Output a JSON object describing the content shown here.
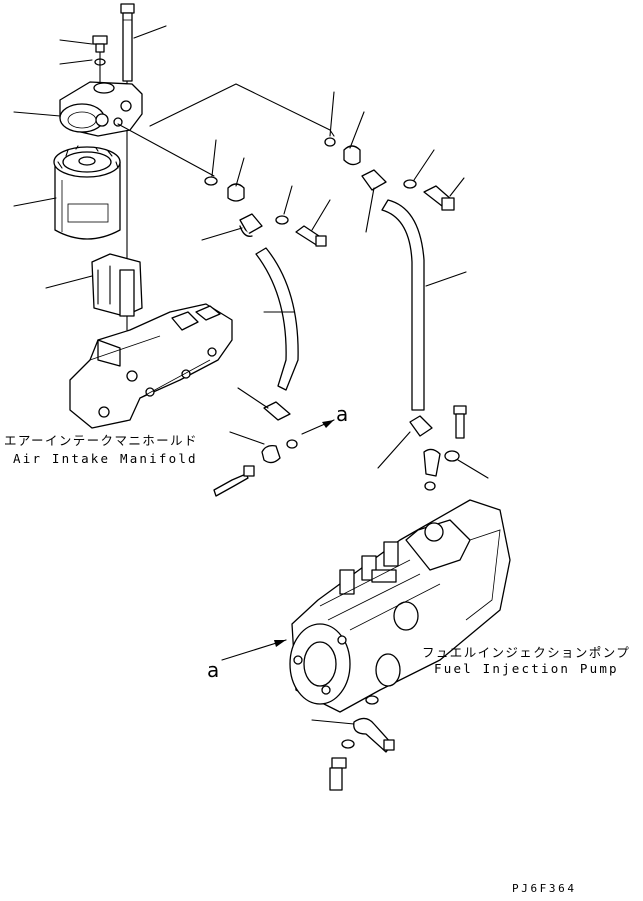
{
  "labels": {
    "manifold_ja": "エアーインテークマニホールド",
    "manifold_en": "Air Intake Manifold",
    "pump_ja": "フュエルインジェクションポンプ",
    "pump_en": "Fuel Injection Pump",
    "marker_a": "a",
    "drawing_no": "PJ6F364"
  },
  "colors": {
    "ink": "#000000",
    "paper": "#ffffff"
  }
}
